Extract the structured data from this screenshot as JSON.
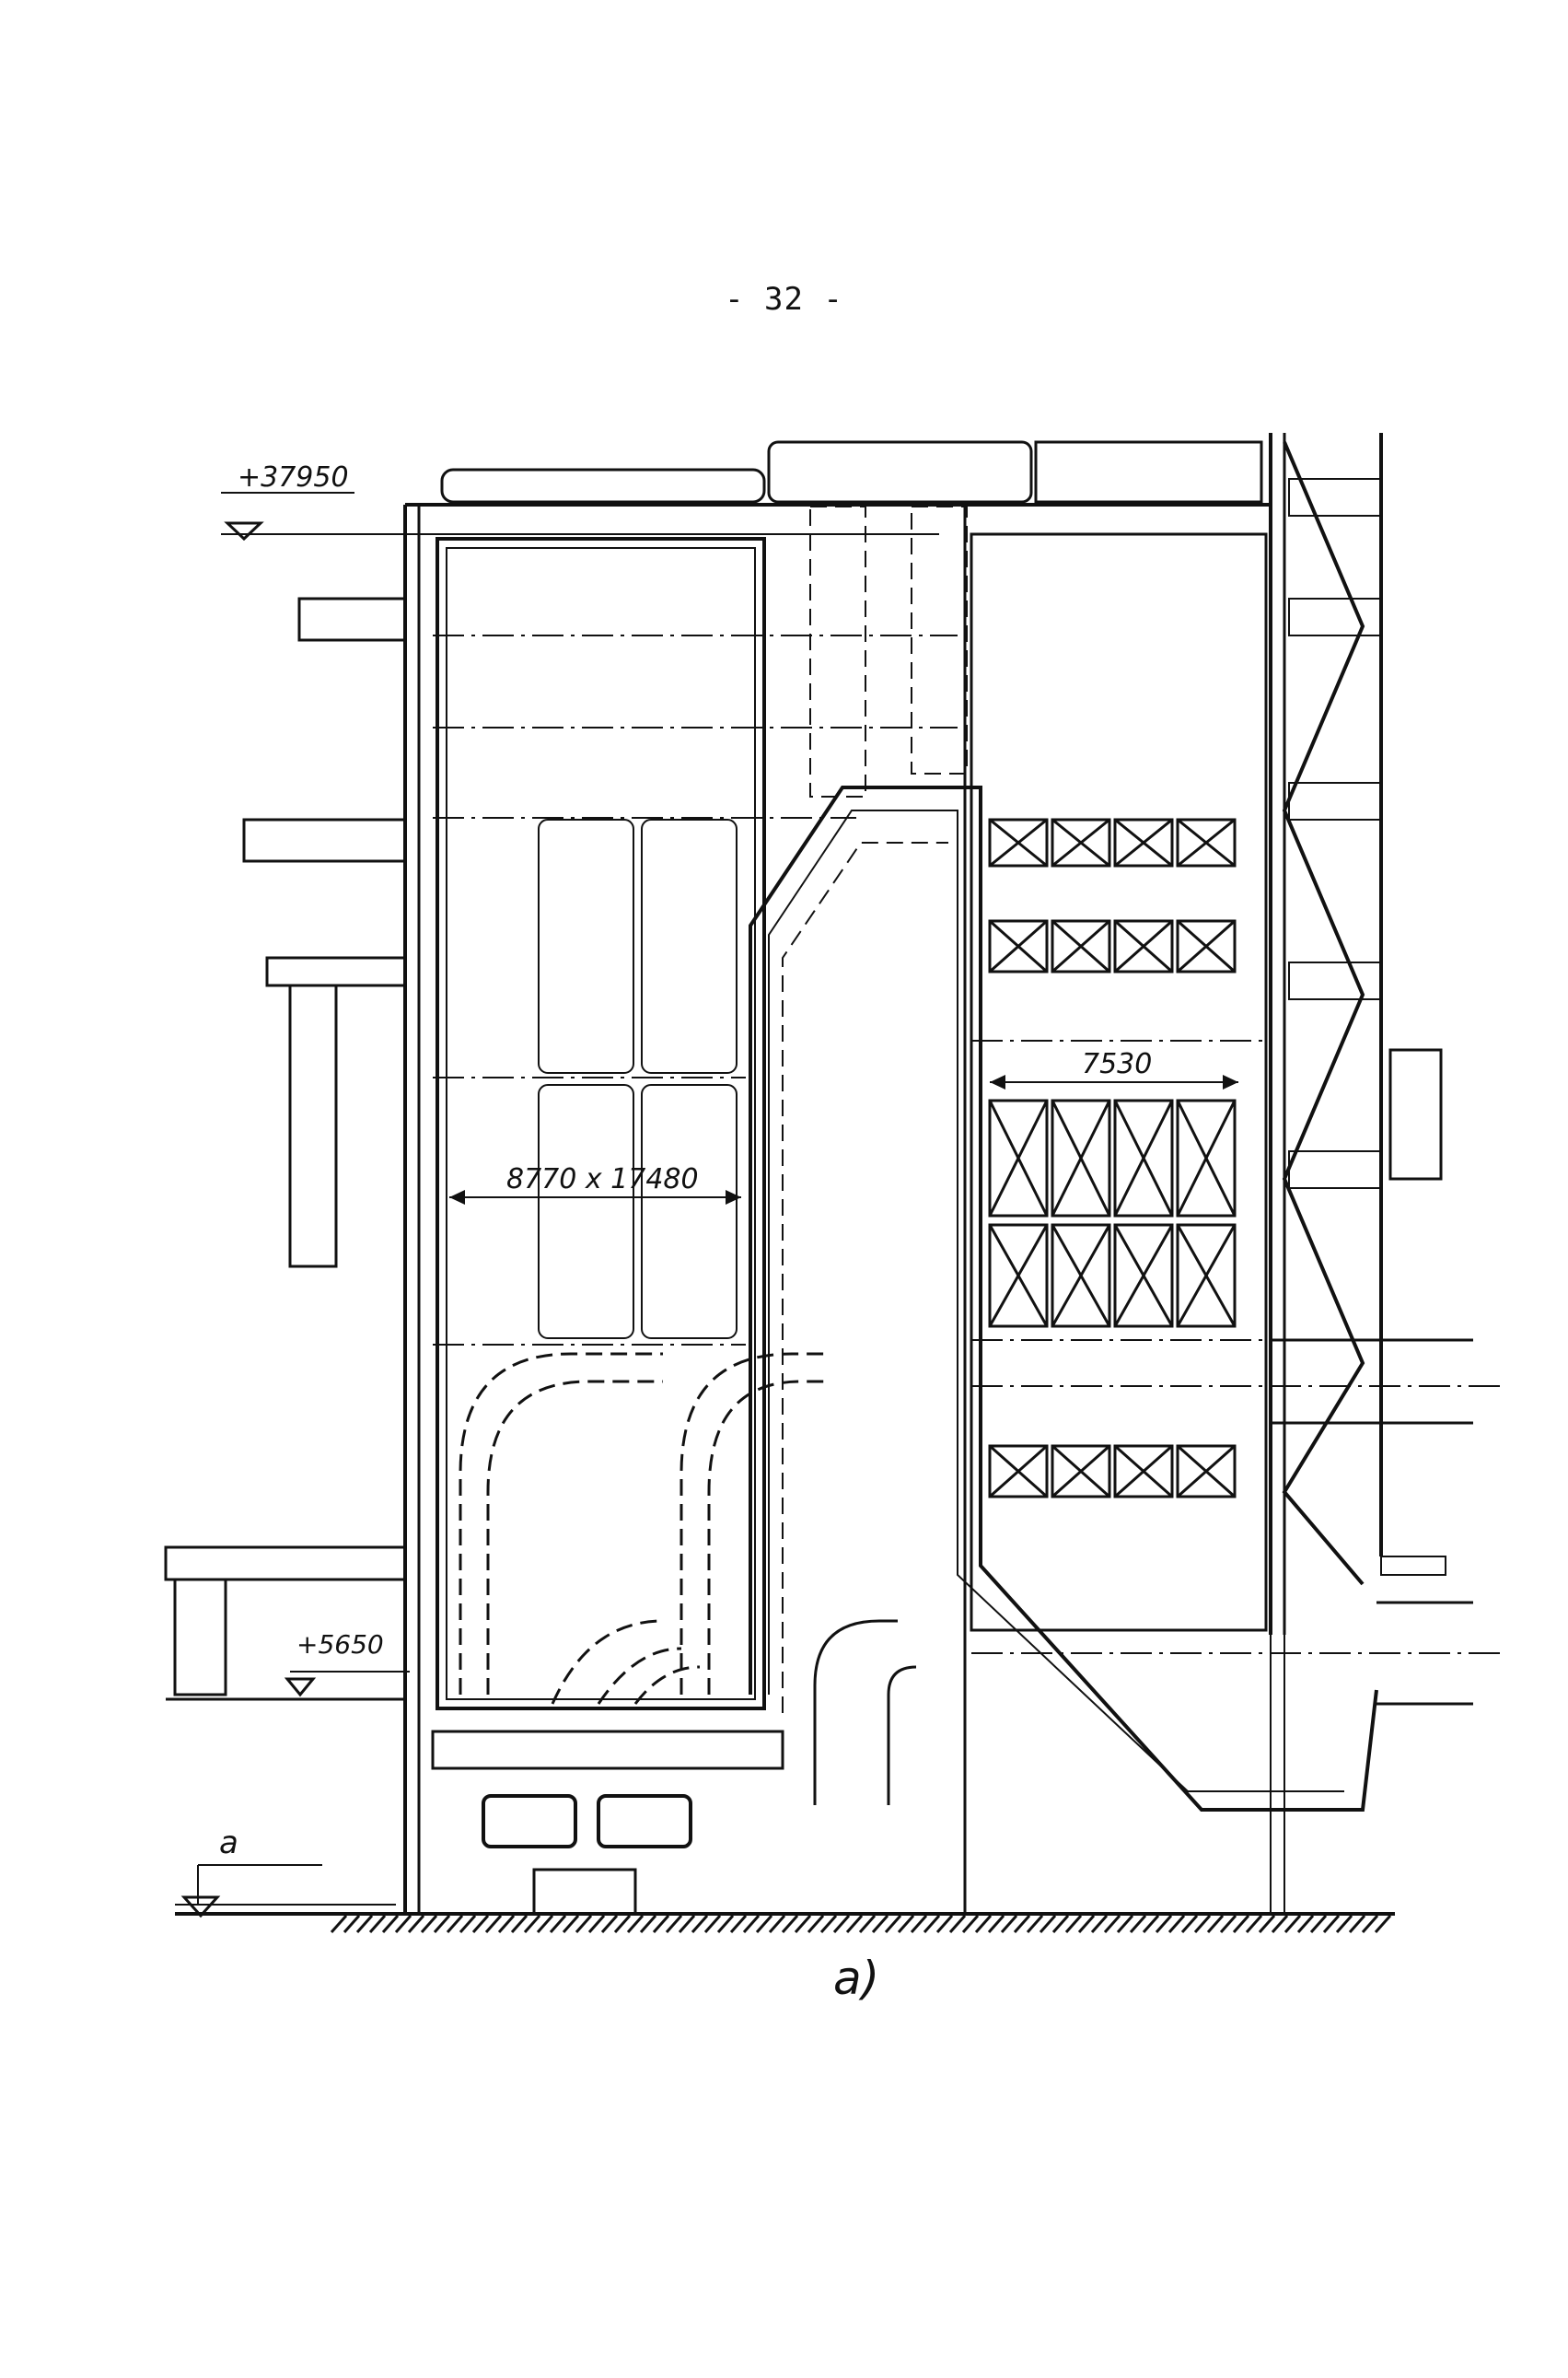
{
  "page": {
    "number": "- 32 -"
  },
  "drawing": {
    "elevation_top": "+37950",
    "elevation_mid": "+5650",
    "level_a": "a",
    "furnace_size": "8770 x 17480",
    "convective_width": "7530",
    "figure_label": "a)"
  },
  "colors": {
    "ink": "#111111",
    "paper": "#ffffff"
  }
}
